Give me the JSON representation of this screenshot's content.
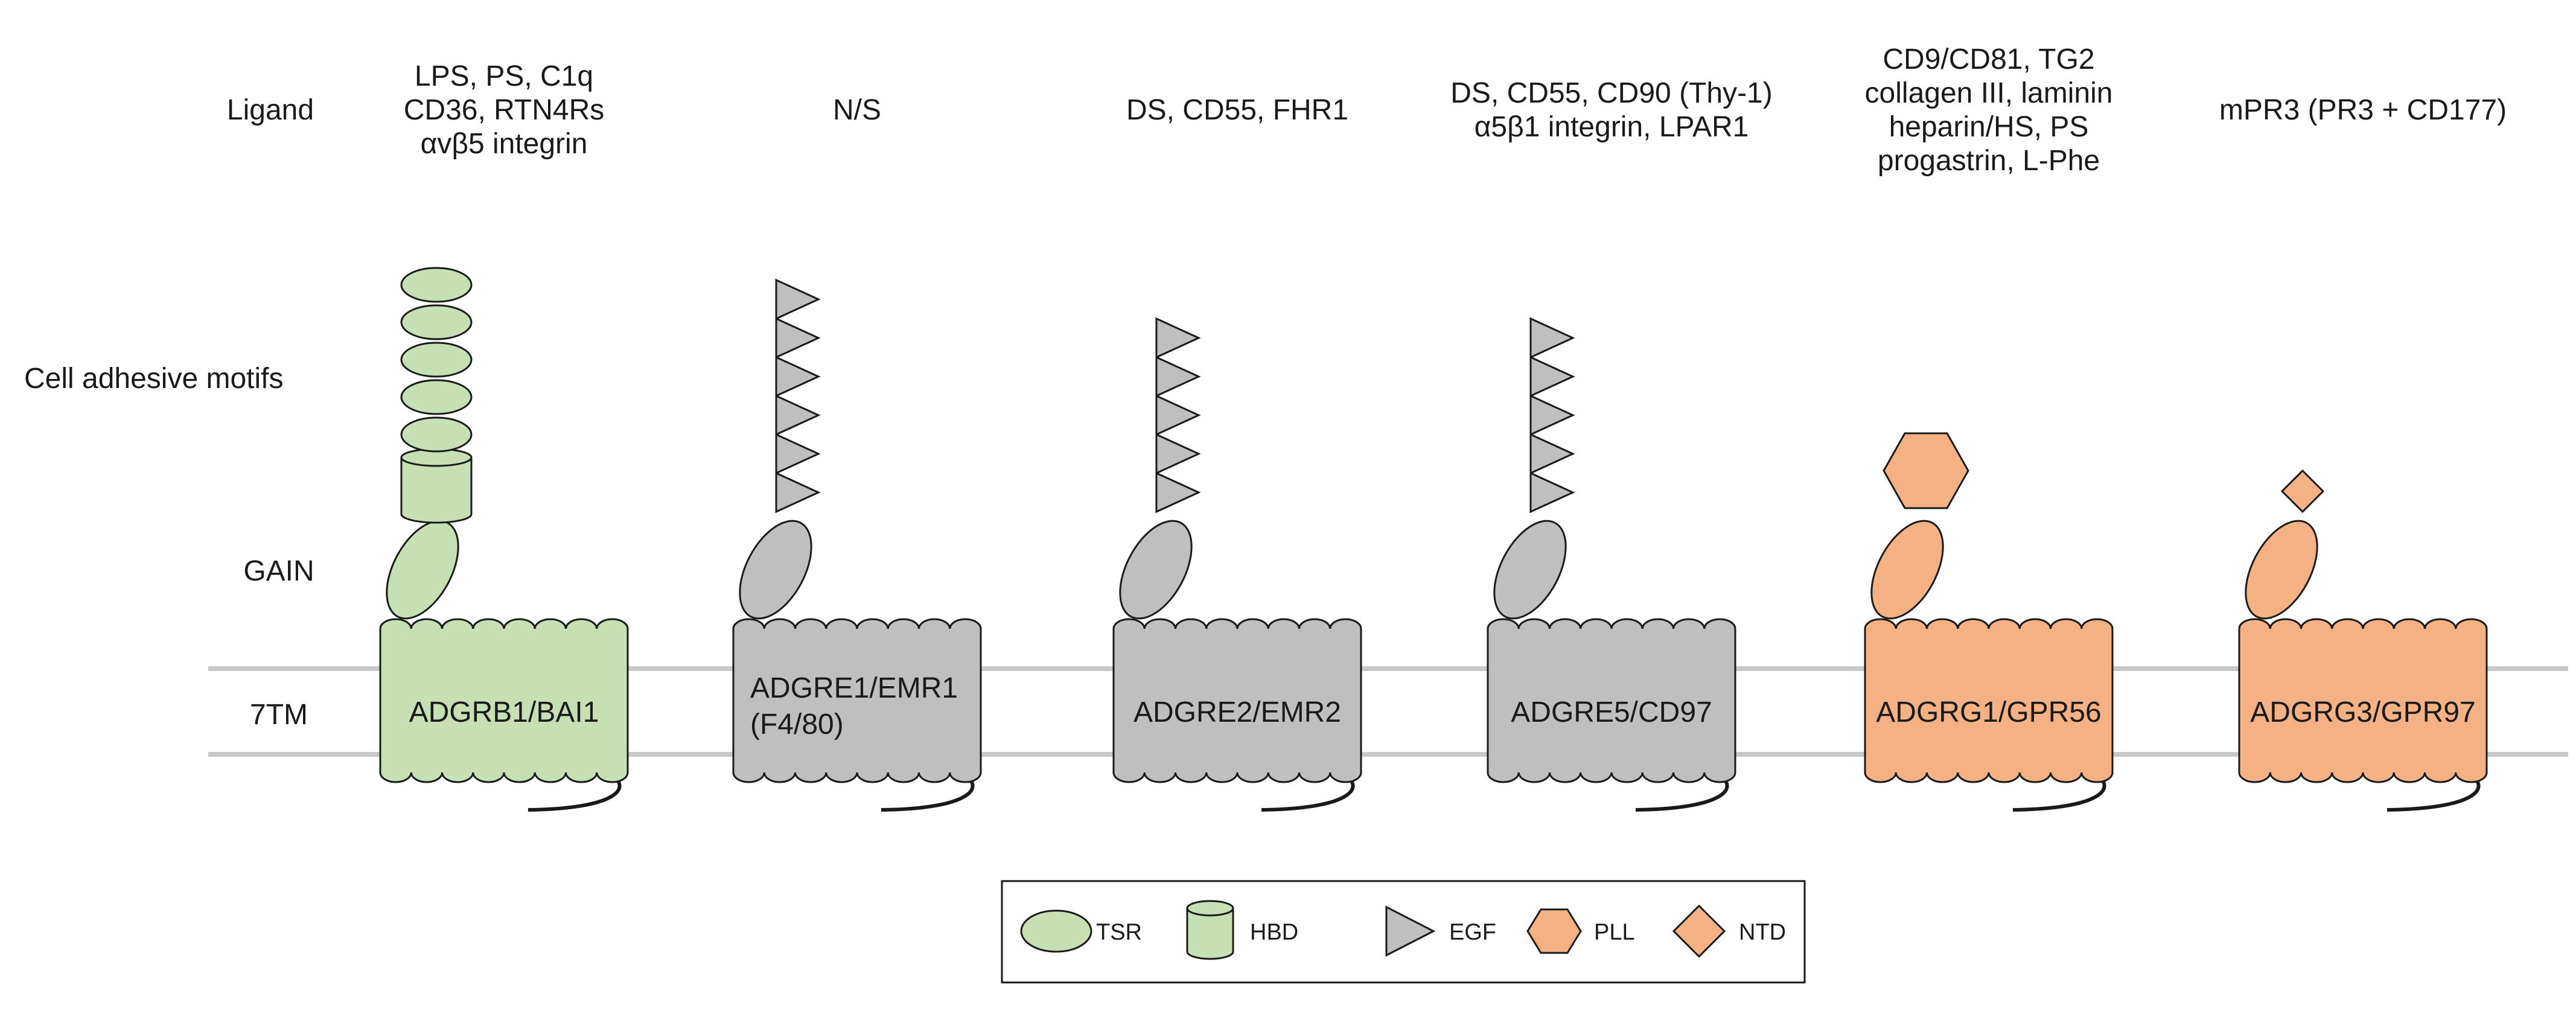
{
  "row_labels": {
    "ligand": "Ligand",
    "cell_adhesive_motifs": "Cell adhesive motifs",
    "gain": "GAIN",
    "tm7": "7TM"
  },
  "receptors": [
    {
      "name_lines": [
        "ADGRB1/BAI1"
      ],
      "color_group": "green",
      "ligand_lines": [
        "LPS, PS, C1q",
        "CD36, RTN4Rs",
        "αvβ5 integrin"
      ],
      "motifs": {
        "tsr": 5,
        "hbd": 1,
        "egf": 0,
        "pll": 0,
        "ntd": 0
      }
    },
    {
      "name_lines": [
        "ADGRE1/EMR1",
        "(F4/80)"
      ],
      "color_group": "gray",
      "ligand_lines": [
        "N/S"
      ],
      "motifs": {
        "tsr": 0,
        "hbd": 0,
        "egf": 6,
        "pll": 0,
        "ntd": 0
      }
    },
    {
      "name_lines": [
        "ADGRE2/EMR2"
      ],
      "color_group": "gray",
      "ligand_lines": [
        "DS, CD55, FHR1"
      ],
      "motifs": {
        "tsr": 0,
        "hbd": 0,
        "egf": 5,
        "pll": 0,
        "ntd": 0
      }
    },
    {
      "name_lines": [
        "ADGRE5/CD97"
      ],
      "color_group": "gray",
      "ligand_lines": [
        "DS, CD55, CD90 (Thy-1)",
        "α5β1 integrin, LPAR1"
      ],
      "motifs": {
        "tsr": 0,
        "hbd": 0,
        "egf": 5,
        "pll": 0,
        "ntd": 0
      }
    },
    {
      "name_lines": [
        "ADGRG1/GPR56"
      ],
      "color_group": "orange",
      "ligand_lines": [
        "CD9/CD81, TG2",
        "collagen III, laminin",
        "heparin/HS, PS",
        "progastrin, L-Phe"
      ],
      "motifs": {
        "tsr": 0,
        "hbd": 0,
        "egf": 0,
        "pll": 1,
        "ntd": 0
      }
    },
    {
      "name_lines": [
        "ADGRG3/GPR97"
      ],
      "color_group": "orange",
      "ligand_lines": [
        "mPR3 (PR3 + CD177)"
      ],
      "motifs": {
        "tsr": 0,
        "hbd": 0,
        "egf": 0,
        "pll": 0,
        "ntd": 1
      }
    }
  ],
  "legend": [
    {
      "shape": "ellipse",
      "label": "TSR",
      "color_group": "green"
    },
    {
      "shape": "cylinder",
      "label": "HBD",
      "color_group": "green"
    },
    {
      "shape": "triangle",
      "label": "EGF",
      "color_group": "gray"
    },
    {
      "shape": "hexagon",
      "label": "PLL",
      "color_group": "orange"
    },
    {
      "shape": "diamond",
      "label": "NTD",
      "color_group": "orange"
    }
  ],
  "colors": {
    "green": "#c6e0b4",
    "gray": "#bfbfbf",
    "orange": "#f4b183",
    "outline": "#1a1a1a",
    "membrane": "#c8c8c8",
    "text": "#1a1a1a"
  }
}
